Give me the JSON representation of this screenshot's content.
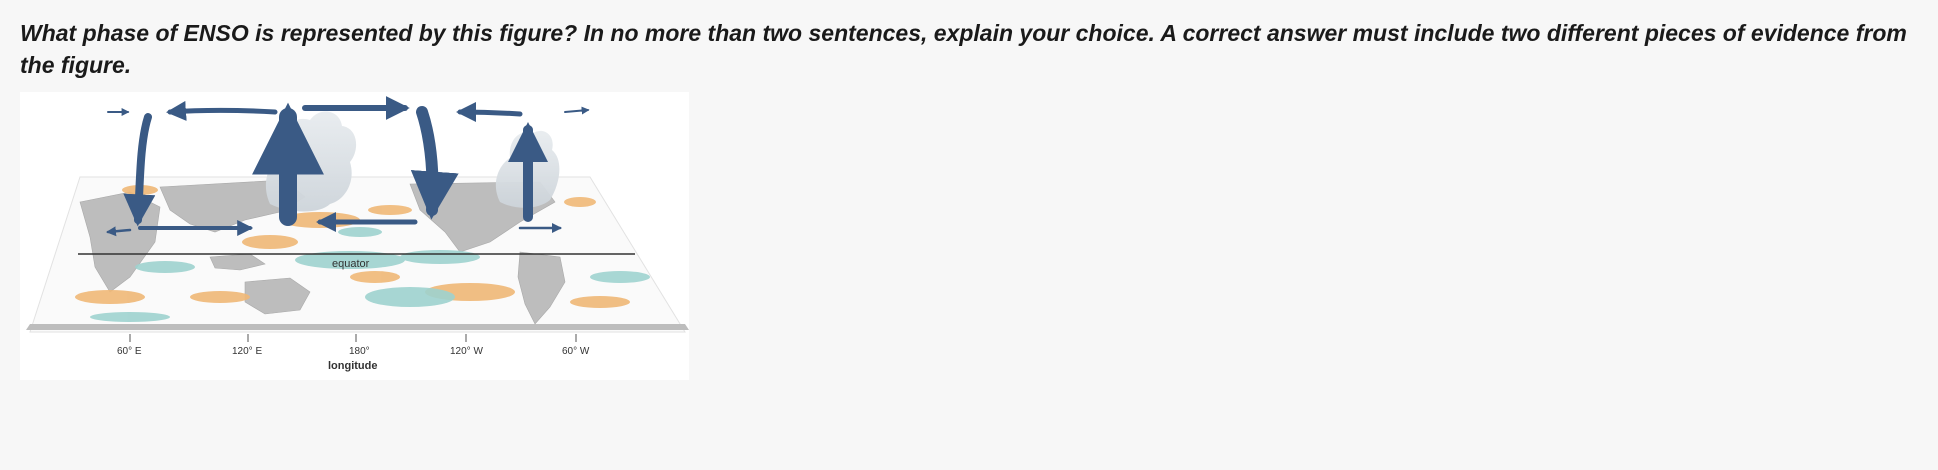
{
  "question": {
    "text": "What phase of ENSO is represented by this figure? In no more than two sentences, explain your choice. A correct answer must include two different pieces of evidence from the figure."
  },
  "figure": {
    "equator_label": "equator",
    "longitude_ticks": [
      "60° E",
      "120° E",
      "180°",
      "120° W",
      "60° W"
    ],
    "axis_label": "longitude",
    "colors": {
      "circulation_arrow": "#3a5a85",
      "warm_anomaly": "#f0b877",
      "cool_anomaly": "#9fd3cf",
      "land": "#bdbdbd",
      "ocean": "#ffffff",
      "background": "#f7f7f7"
    }
  }
}
